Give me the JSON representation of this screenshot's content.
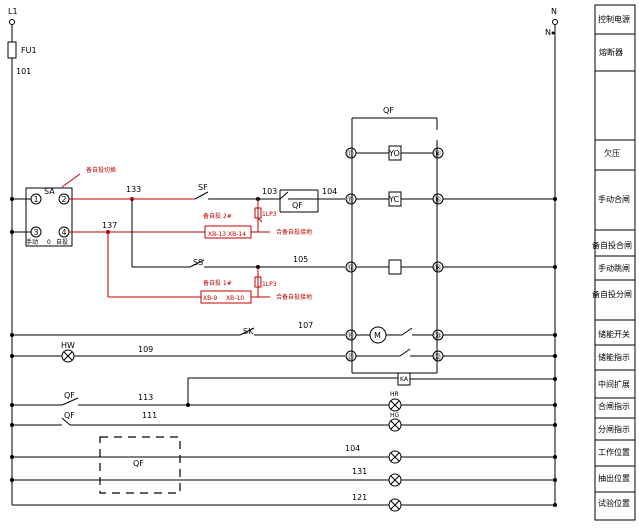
{
  "terminals": {
    "left": "L1",
    "right": "N",
    "right_small": "N"
  },
  "fuse": {
    "label": "FU1",
    "wire": "101"
  },
  "switch_sa": {
    "label": "SA",
    "note": "备自投切换",
    "contact1": "1",
    "contact2": "2",
    "contact3": "3",
    "contact4": "4",
    "pos_manual": "手动",
    "pos_zero": "0",
    "pos_auto": "自投"
  },
  "wires": {
    "w133": "133",
    "w137": "137",
    "w103": "103",
    "w104": "104",
    "w105": "105",
    "w107": "107",
    "w109": "109",
    "w113": "113",
    "w111": "111",
    "w104b": "104",
    "w131": "131",
    "w121": "121"
  },
  "components": {
    "sf": "SF",
    "ss": "SS",
    "qf_aux": "QF",
    "qf_top": "QF",
    "qf_a": "QF",
    "qf_b": "QF",
    "qf_box": "QF",
    "sk": "SK",
    "hw": "HW",
    "hr": "HR",
    "hg": "HG",
    "yc": "YC",
    "yo": "YO",
    "motor": "M",
    "ka": "KA"
  },
  "red_parts": {
    "auto2_title": "备自投 2#",
    "auto2_t1": "XB-13",
    "auto2_t2": "XB-14",
    "lp3a": "1LP3",
    "auto1_title": "备自投 1#",
    "auto1_t1": "XB-9",
    "auto1_t2": "XB-10",
    "lp3b": "1LP3",
    "close_note": "合备自投接地",
    "open_note": "合备自投接地"
  },
  "pins": [
    "①",
    "②",
    "⑬",
    "⑭",
    "⑮",
    "⑯",
    "⑰",
    "⑱",
    "⑲",
    "⑳",
    "㉑",
    "㉒",
    "㉓"
  ],
  "legend": [
    "控制电源",
    "熔断器",
    "",
    "欠压",
    "手动合闸",
    "备自投合闸",
    "手动跳闸",
    "备自投分闸",
    "储能开关",
    "储能指示",
    "中间扩展",
    "合闸指示",
    "分闸指示",
    "工作位置",
    "抽出位置",
    "试验位置"
  ]
}
